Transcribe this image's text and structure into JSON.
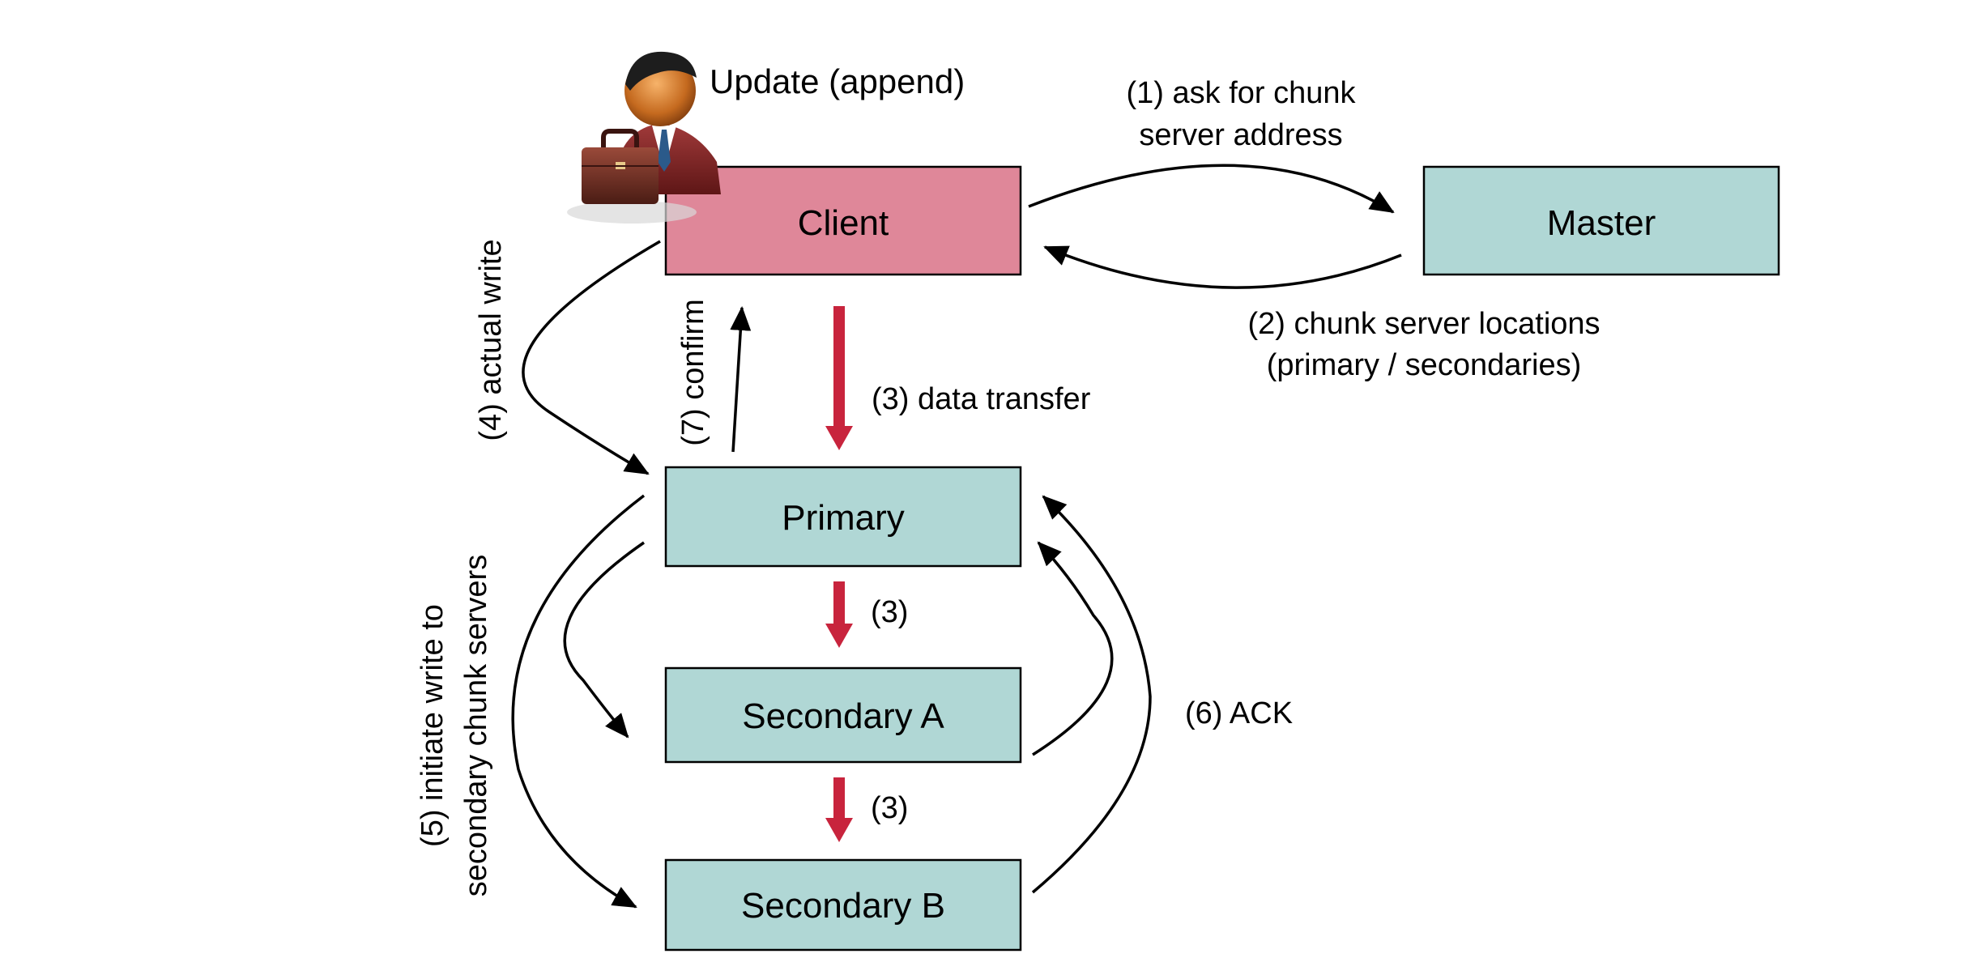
{
  "nodes": {
    "client": "Client",
    "master": "Master",
    "primary": "Primary",
    "secondary_a": "Secondary A",
    "secondary_b": "Secondary B"
  },
  "labels": {
    "update": "Update (append)",
    "ask_line1": "(1) ask for chunk",
    "ask_line2": "server address",
    "locations_line1": "(2) chunk server locations",
    "locations_line2": "(primary / secondaries)",
    "data_transfer": "(3) data transfer",
    "step3_a": "(3)",
    "step3_b": "(3)",
    "actual_write": "(4) actual write",
    "confirm": "(7) confirm",
    "initiate_line1": "(5) initiate write to",
    "initiate_line2": "secondary chunk servers",
    "ack": "(6) ACK"
  },
  "colors": {
    "client_fill": "#df8799",
    "server_fill": "#b0d7d5",
    "data_arrow": "#c8243d",
    "control_arrow": "#000000"
  },
  "icons": {
    "user": "businessman-with-briefcase-icon"
  }
}
